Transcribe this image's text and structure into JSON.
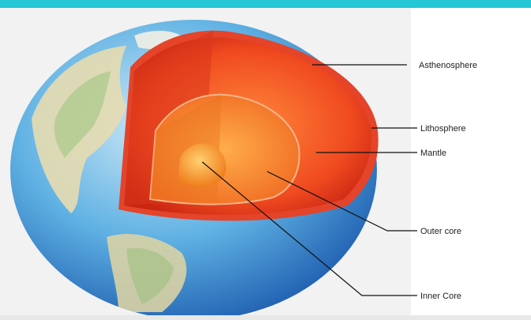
{
  "diagram": {
    "labels": {
      "asthenosphere": "Asthenosphere",
      "lithosphere": "Lithosphere",
      "mantle": "Mantle",
      "outer_core": "Outer core",
      "inner_core": "Inner Core"
    }
  }
}
